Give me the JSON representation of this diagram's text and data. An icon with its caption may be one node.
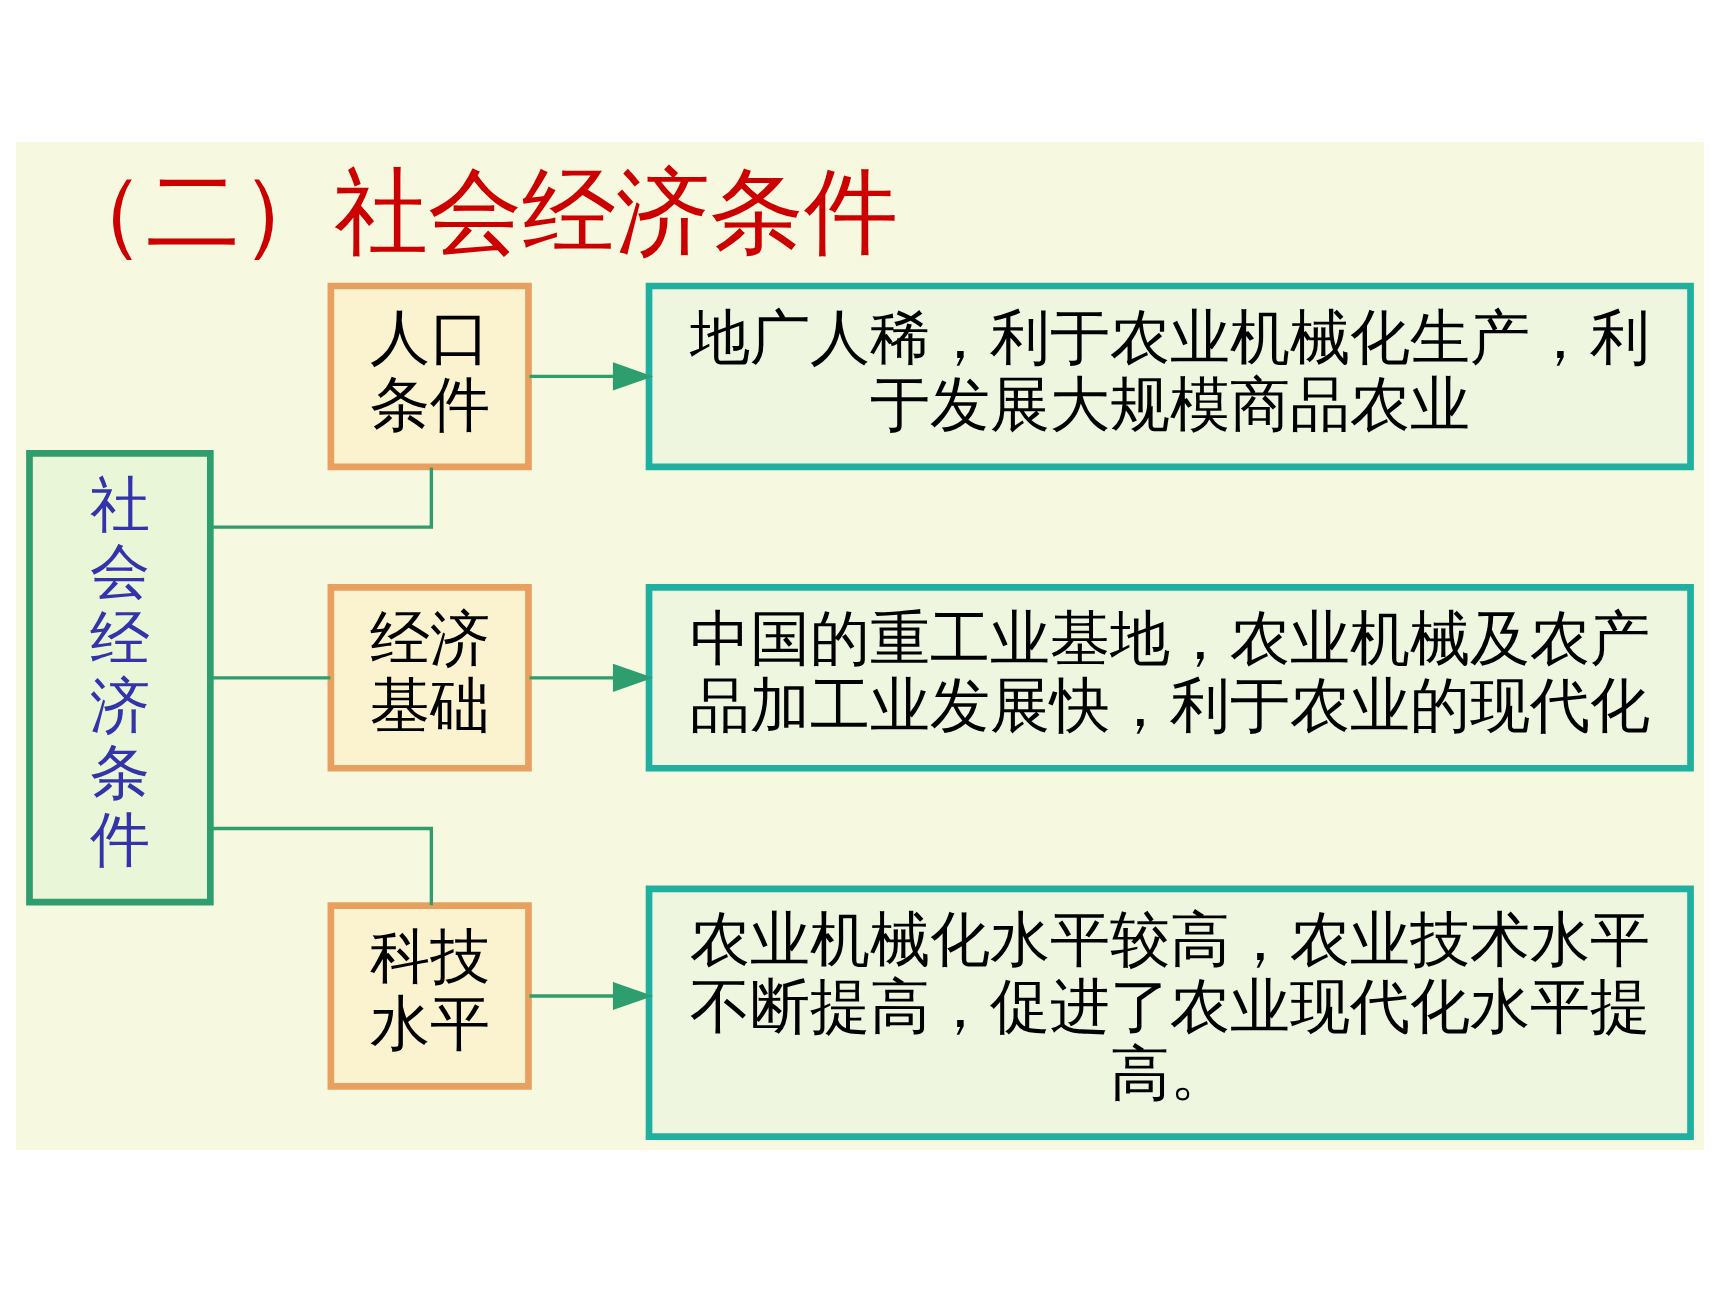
{
  "diagram": {
    "title": "（二）社会经济条件",
    "nodes": [
      {
        "text": [
          "社会经济条件"
        ]
      },
      {
        "text": [
          "人口条件"
        ]
      },
      {
        "text": [
          "经济基础"
        ]
      },
      {
        "text": [
          "科技水平"
        ]
      },
      {
        "text": [
          "地广人稀，利于农业机械化生产，利于发展大规模商品农业"
        ]
      },
      {
        "text": [
          "中国的重工业基地，农业机械及农产品加工业发展快，利于农业的现代化"
        ]
      },
      {
        "text": [
          "农业机械化水平较高，农业技术水平不断提高，促进了农业现代化水平提高。"
        ]
      }
    ],
    "edges": [
      {
        "from": 0,
        "to": 1,
        "arrow": "none"
      },
      {
        "from": 0,
        "to": 2,
        "arrow": "none"
      },
      {
        "from": 0,
        "to": 3,
        "arrow": "none"
      },
      {
        "from": 1,
        "to": 4,
        "arrow": "to"
      },
      {
        "from": 2,
        "to": 5,
        "arrow": "to"
      },
      {
        "from": 3,
        "to": 6,
        "arrow": "to"
      }
    ]
  }
}
